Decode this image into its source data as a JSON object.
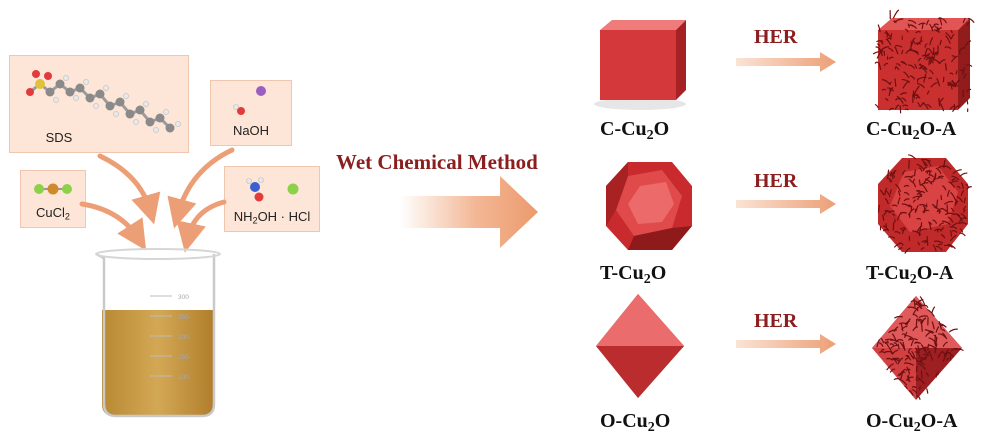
{
  "reagents": {
    "sds": "SDS",
    "naoh": "NaOH",
    "cucl2": {
      "main": "CuCl",
      "sub": "2"
    },
    "hydroxylamine": {
      "pre": "NH",
      "sub": "2",
      "post": "OH · HCl"
    }
  },
  "beaker": {
    "marks": [
      "300",
      "250",
      "200",
      "150",
      "100"
    ]
  },
  "method_label": "Wet Chemical Method",
  "her_label": "HER",
  "products": [
    {
      "pre": "C-Cu",
      "sub": "2",
      "post": "O"
    },
    {
      "pre": "T-Cu",
      "sub": "2",
      "post": "O"
    },
    {
      "pre": "O-Cu",
      "sub": "2",
      "post": "O"
    }
  ],
  "activated": [
    {
      "pre": "C-Cu",
      "sub": "2",
      "post": "O-A"
    },
    {
      "pre": "T-Cu",
      "sub": "2",
      "post": "O-A"
    },
    {
      "pre": "O-Cu",
      "sub": "2",
      "post": "O-A"
    }
  ],
  "colors": {
    "crystal": "#d9393a",
    "crystal_dark": "#9c1c1e",
    "crystal_light": "#ef7777",
    "arrow": "#ec9f76",
    "panel": "#fde6d8",
    "liquid": "#c99a45",
    "label_accent": "#8b1e1e"
  }
}
